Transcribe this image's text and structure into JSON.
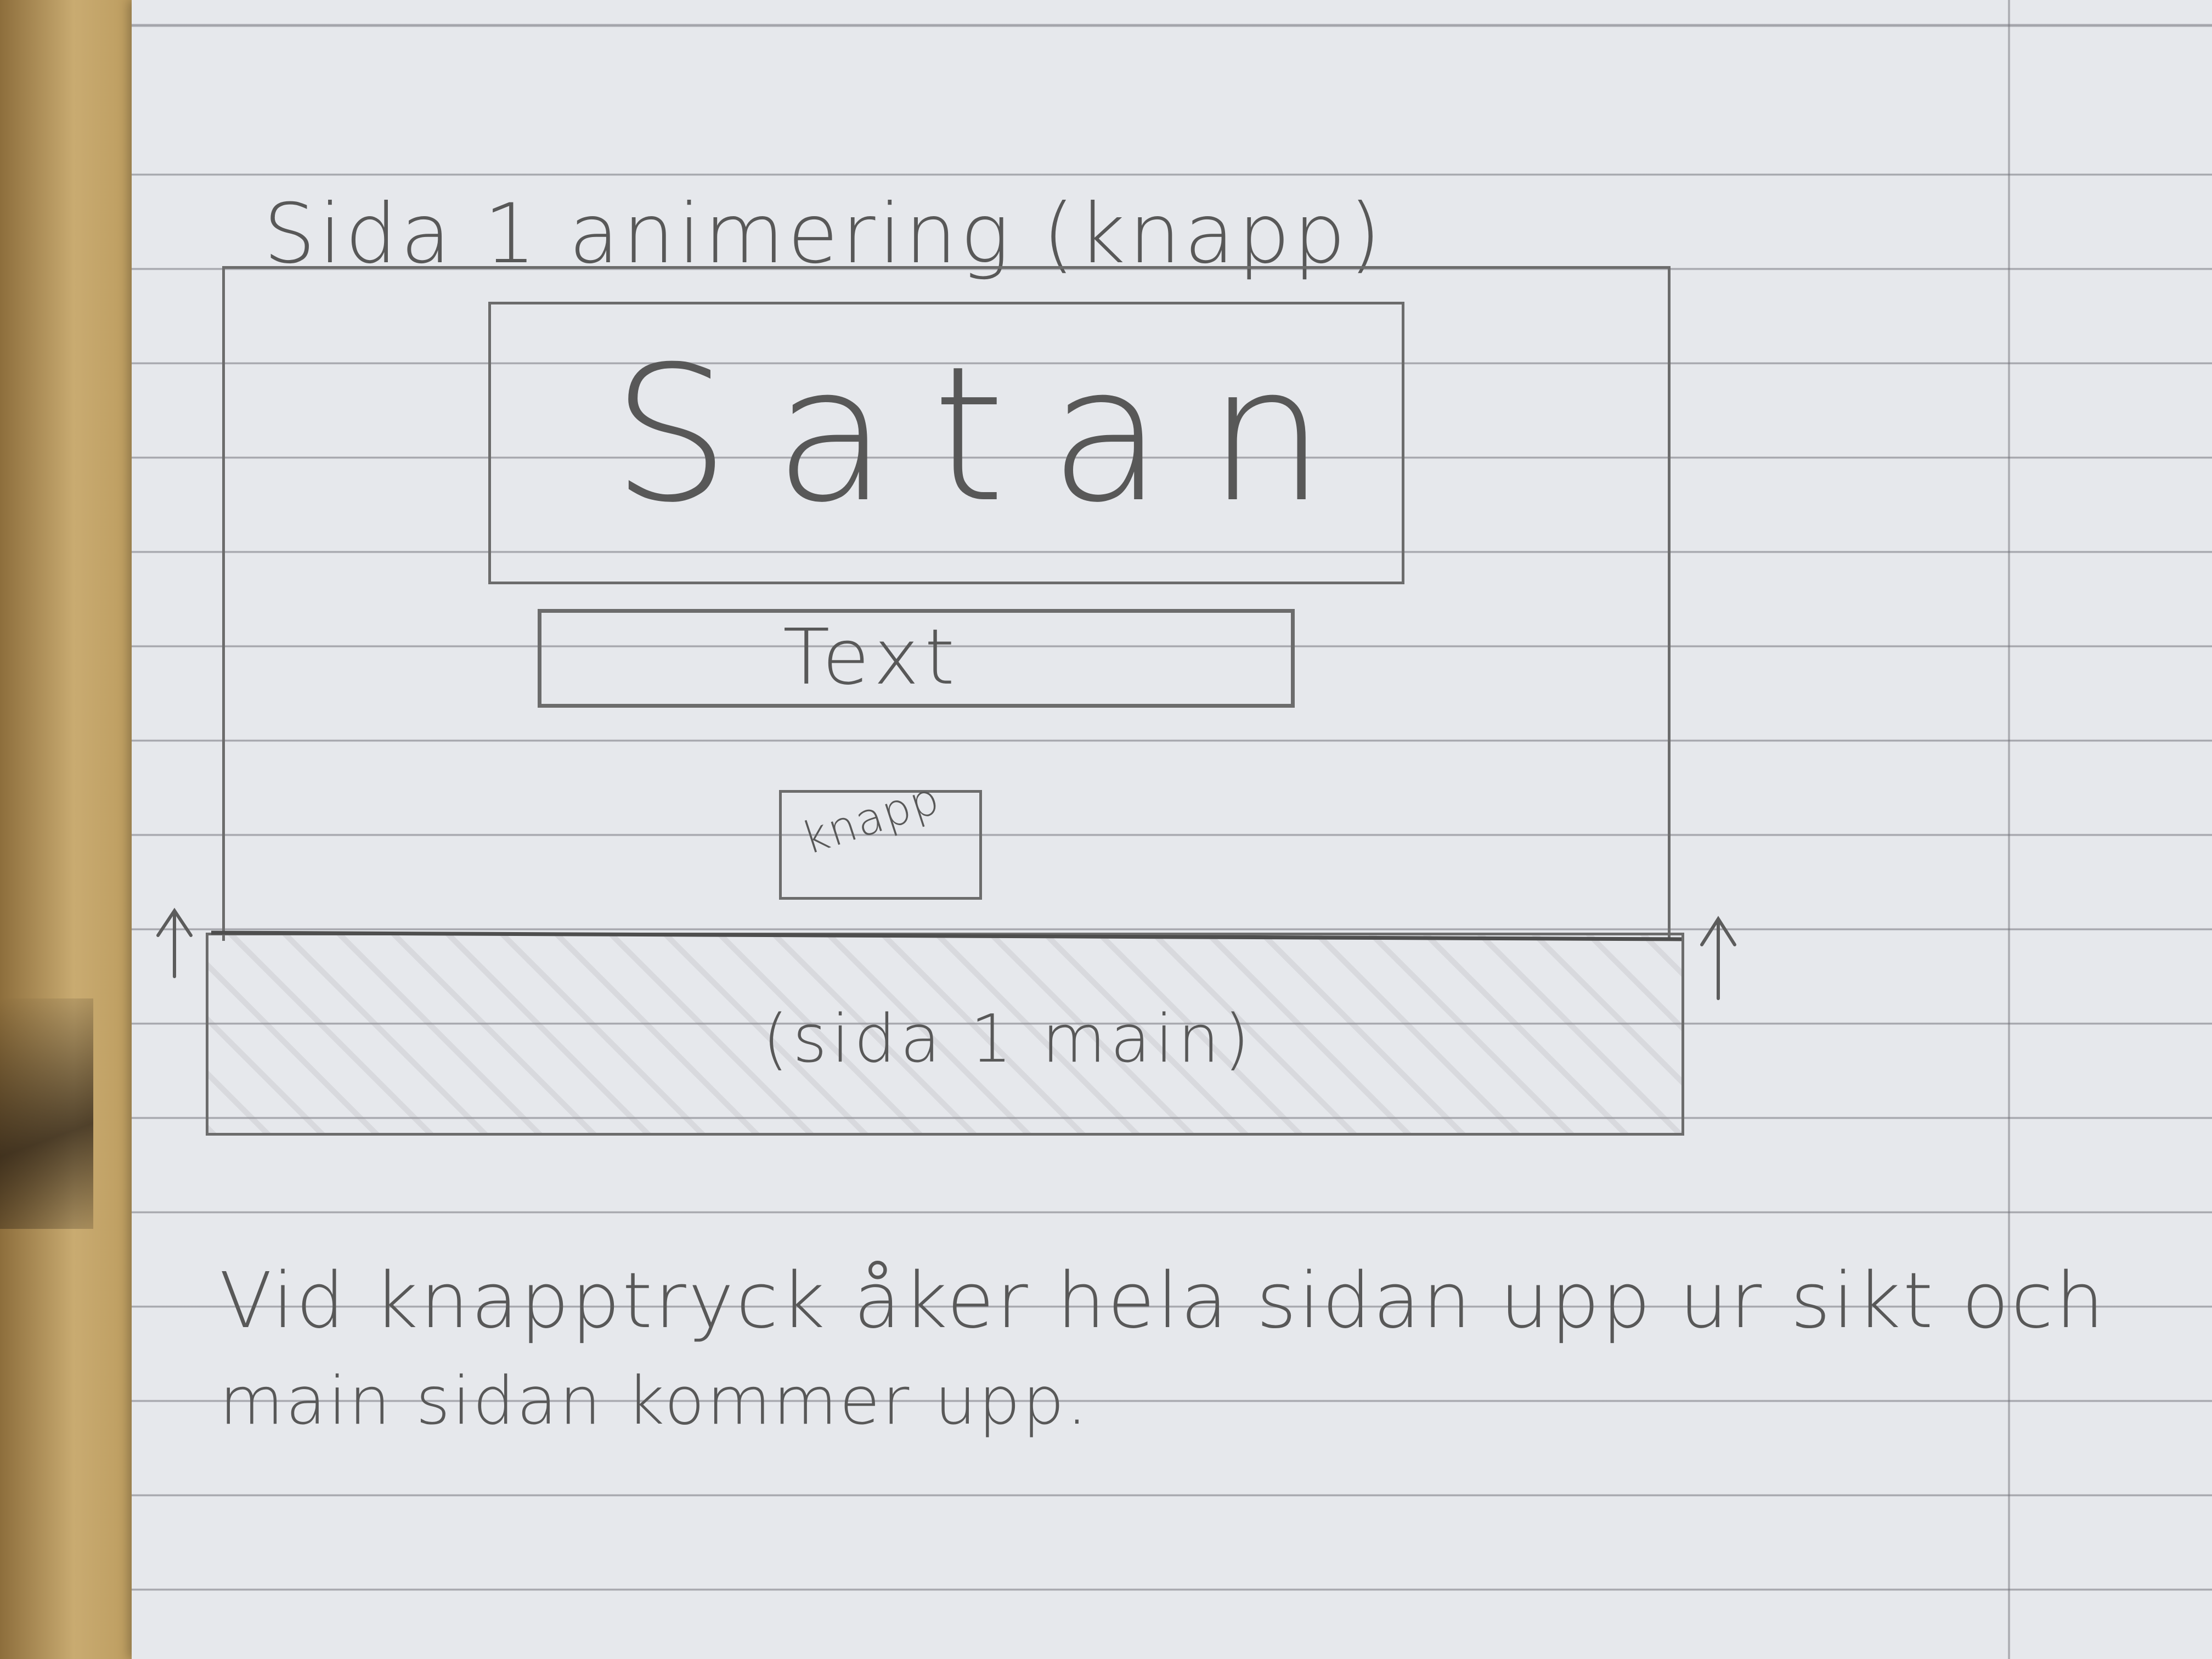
{
  "heading": "Sida 1 animering (knapp)",
  "wireframe": {
    "title_box_text": "Satan",
    "text_bar_text": "Text",
    "button_text": "knapp",
    "main_panel_text": "(sida 1 main)"
  },
  "description": {
    "line1": "Vid knapptryck åker hela sidan upp ur sikt och",
    "line2": "main sidan kommer upp."
  },
  "colors": {
    "paper": "#e6e8ec",
    "pencil": "#585858",
    "rule_lines": "#6e6e76",
    "desk": "#b99a5f"
  },
  "icons": {
    "left_arrow": "arrow-up-icon",
    "right_arrow": "arrow-up-icon"
  }
}
